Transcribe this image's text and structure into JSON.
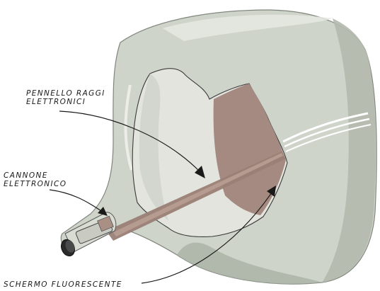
{
  "labels": {
    "beam": {
      "line1": "PENNELLO  RAGGI",
      "line2": "ELETTRONICI"
    },
    "gun": {
      "line1": "CANNONE",
      "line2": "ELETTRONICO"
    },
    "screen": {
      "line1": "SCHERMO  FLUORESCENTE"
    }
  },
  "colors": {
    "glass": "#cfd4cb",
    "glass_shadow": "#a9b0a4",
    "glass_light": "#e6e9e2",
    "phosphor": "#a48a80",
    "beam": "#9a7f75",
    "ink": "#1a1a1a"
  }
}
